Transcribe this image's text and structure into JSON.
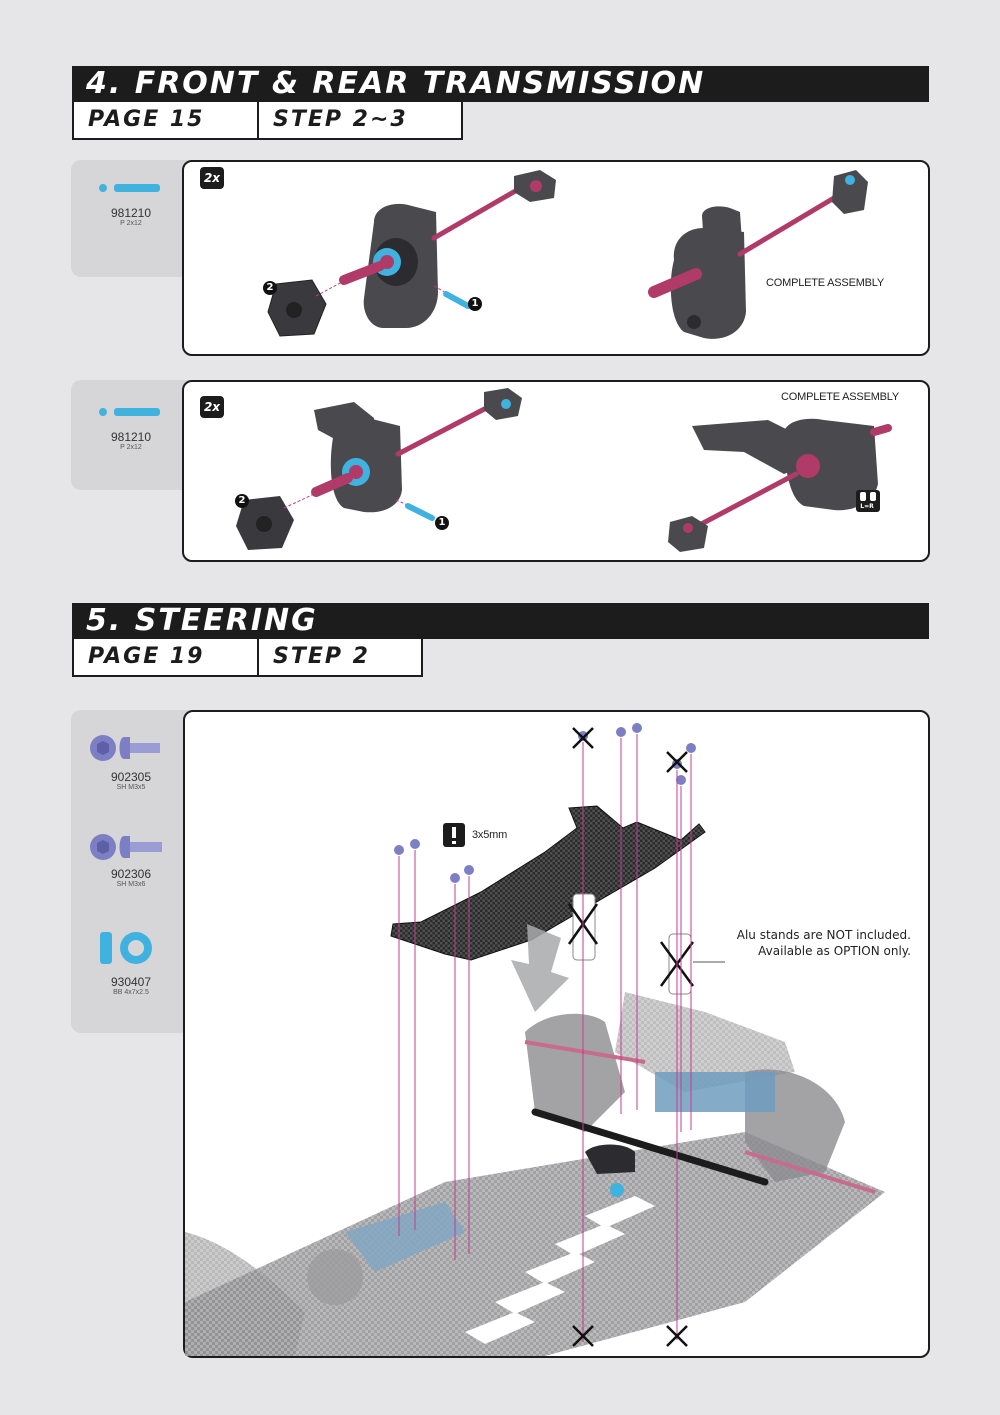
{
  "section4": {
    "title": "4. FRONT & REAR TRANSMISSION",
    "page": "PAGE 15",
    "step": "STEP 2~3",
    "panel1": {
      "part_code": "981210",
      "part_desc": "P 2x12",
      "quantity": "2x",
      "caption": "COMPLETE ASSEMBLY",
      "callout_1": "1",
      "callout_2": "2"
    },
    "panel2": {
      "part_code": "981210",
      "part_desc": "P 2x12",
      "quantity": "2x",
      "caption": "COMPLETE ASSEMBLY",
      "callout_1": "1",
      "callout_2": "2",
      "lr_icon": "L=R"
    }
  },
  "section5": {
    "title": "5. STEERING",
    "page": "PAGE 19",
    "step": "STEP 2",
    "parts": [
      {
        "code": "902305",
        "desc": "SH M3x5"
      },
      {
        "code": "902306",
        "desc": "SH M3x6"
      },
      {
        "code": "930407",
        "desc": "BB 4x7x2.5"
      }
    ],
    "screw_note": "3x5mm",
    "alu_note_line1": "Alu stands are NOT included.",
    "alu_note_line2": "Available as OPTION only."
  },
  "colors": {
    "bar": "#1c1c1c",
    "part_blue": "#3fb2e0",
    "axle_pink": "#b03a68",
    "plastic_dark": "#4a4a4e",
    "carbon": "#3a3a3a"
  }
}
